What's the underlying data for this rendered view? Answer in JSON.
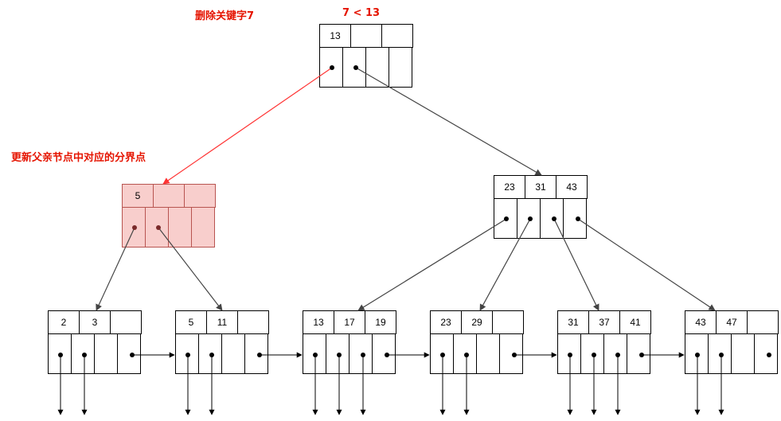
{
  "annotations": {
    "delete_key": "删除关键字7",
    "compare": "7 < 13",
    "update_parent": "更新父亲节点中对应的分界点"
  },
  "root": {
    "keys": [
      "13",
      "",
      ""
    ]
  },
  "internal_left": {
    "keys": [
      "5",
      "",
      ""
    ]
  },
  "internal_right": {
    "keys": [
      "23",
      "31",
      "43"
    ]
  },
  "leaves": [
    {
      "keys": [
        "2",
        "3",
        ""
      ]
    },
    {
      "keys": [
        "5",
        "11",
        ""
      ]
    },
    {
      "keys": [
        "13",
        "17",
        "19"
      ]
    },
    {
      "keys": [
        "23",
        "29",
        ""
      ]
    },
    {
      "keys": [
        "31",
        "37",
        "41"
      ]
    },
    {
      "keys": [
        "43",
        "47",
        ""
      ]
    }
  ],
  "colors": {
    "highlight_fill": "#f8cecc",
    "highlight_stroke": "#b85450",
    "annotation_text": "#e51400",
    "highlight_edge": "#ff3333",
    "edge": "#444444"
  }
}
